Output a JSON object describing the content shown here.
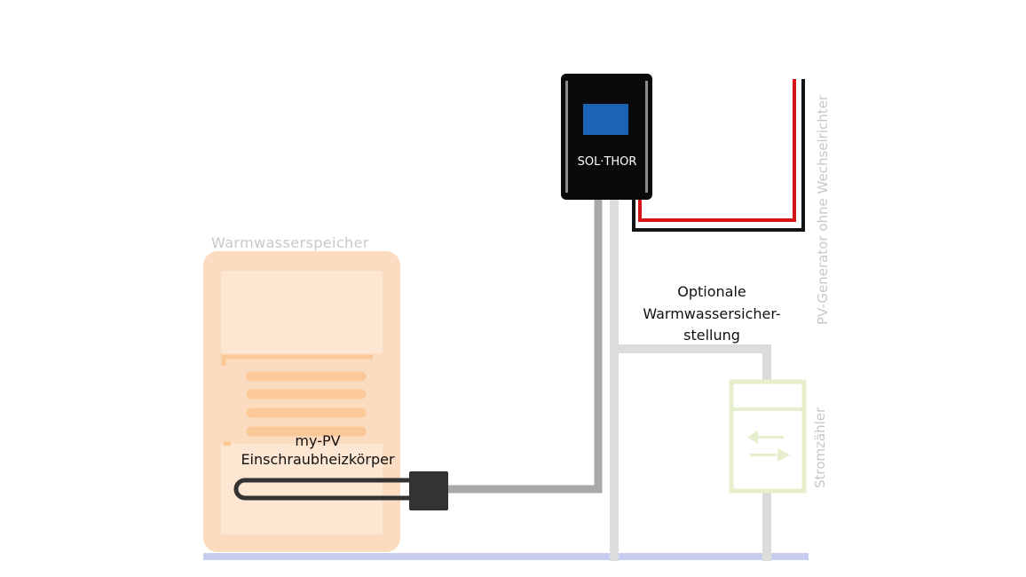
{
  "labels": {
    "tank_title": "Warmwasserspeicher",
    "heater_line1": "my-PV",
    "heater_line2": "Einschraubheizkörper",
    "device_name": "SOL·THOR",
    "backup_line1": "Optionale",
    "backup_line2": "Warmwassersicher-",
    "backup_line3": "stellung",
    "pv_generator": "PV-Generator ohne Wechselrichter",
    "meter": "Stromzähler"
  },
  "colors": {
    "tank_fill": "#fcdcc0",
    "tank_inner": "#fde8d4",
    "coil": "#fbc898",
    "muted_label": "#c8c8c8",
    "device_body": "#0a0a0a",
    "device_screen": "#1a63b5",
    "dc_positive": "#d41414",
    "dc_negative": "#141414",
    "cable_dark": "#a8a8a8",
    "cable_light": "#dcdcdc",
    "meter": "#e6efcc",
    "ground_bar": "#c7cdee",
    "heater_element": "#333333"
  }
}
